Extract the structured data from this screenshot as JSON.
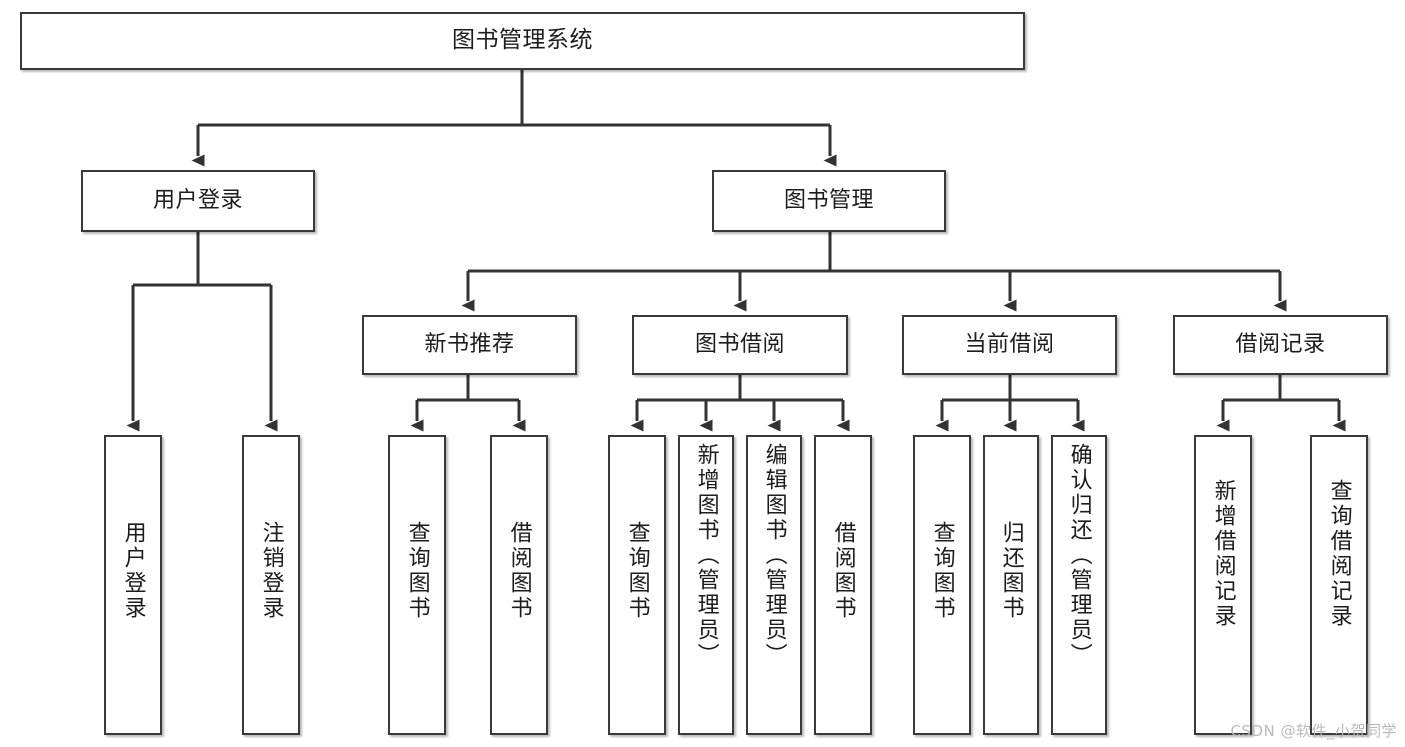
{
  "diagram": {
    "title": "图书管理系统",
    "type": "tree",
    "colors": {
      "box_border": "#3a3a3a",
      "box_fill": "#ffffff",
      "connector": "#333333",
      "text": "#1c1c1c",
      "watermark": "#b9b9b9"
    },
    "nodes": {
      "root": {
        "label": "图书管理系统",
        "level": 1
      },
      "level2": [
        {
          "id": "user-login",
          "label": "用户登录"
        },
        {
          "id": "book-manage",
          "label": "图书管理"
        }
      ],
      "level3": [
        {
          "id": "new-book-recommend",
          "label": "新书推荐",
          "parent": "book-manage"
        },
        {
          "id": "book-borrow",
          "label": "图书借阅",
          "parent": "book-manage"
        },
        {
          "id": "current-borrow",
          "label": "当前借阅",
          "parent": "book-manage"
        },
        {
          "id": "borrow-record",
          "label": "借阅记录",
          "parent": "book-manage"
        }
      ],
      "leaves": [
        {
          "id": "leaf-user-login",
          "label": "用户登录",
          "parent": "user-login"
        },
        {
          "id": "leaf-user-logout",
          "label": "注销登录",
          "parent": "user-login"
        },
        {
          "id": "leaf-query-book-1",
          "label": "查询图书",
          "parent": "new-book-recommend"
        },
        {
          "id": "leaf-borrow-book-1",
          "label": "借阅图书",
          "parent": "new-book-recommend"
        },
        {
          "id": "leaf-query-book-2",
          "label": "查询图书",
          "parent": "book-borrow"
        },
        {
          "id": "leaf-add-book",
          "label": "新增图书（管理员）",
          "parent": "book-borrow"
        },
        {
          "id": "leaf-edit-book",
          "label": "编辑图书（管理员）",
          "parent": "book-borrow"
        },
        {
          "id": "leaf-borrow-book-2",
          "label": "借阅图书",
          "parent": "book-borrow"
        },
        {
          "id": "leaf-query-book-3",
          "label": "查询图书",
          "parent": "current-borrow"
        },
        {
          "id": "leaf-return-book",
          "label": "归还图书",
          "parent": "current-borrow"
        },
        {
          "id": "leaf-confirm-return",
          "label": "确认归还（管理员）",
          "parent": "current-borrow"
        },
        {
          "id": "leaf-add-record",
          "label": "新增借阅记录",
          "parent": "borrow-record"
        },
        {
          "id": "leaf-query-record",
          "label": "查询借阅记录",
          "parent": "borrow-record"
        }
      ]
    }
  },
  "watermark": {
    "text": "CSDN @软件_小贺同学"
  }
}
